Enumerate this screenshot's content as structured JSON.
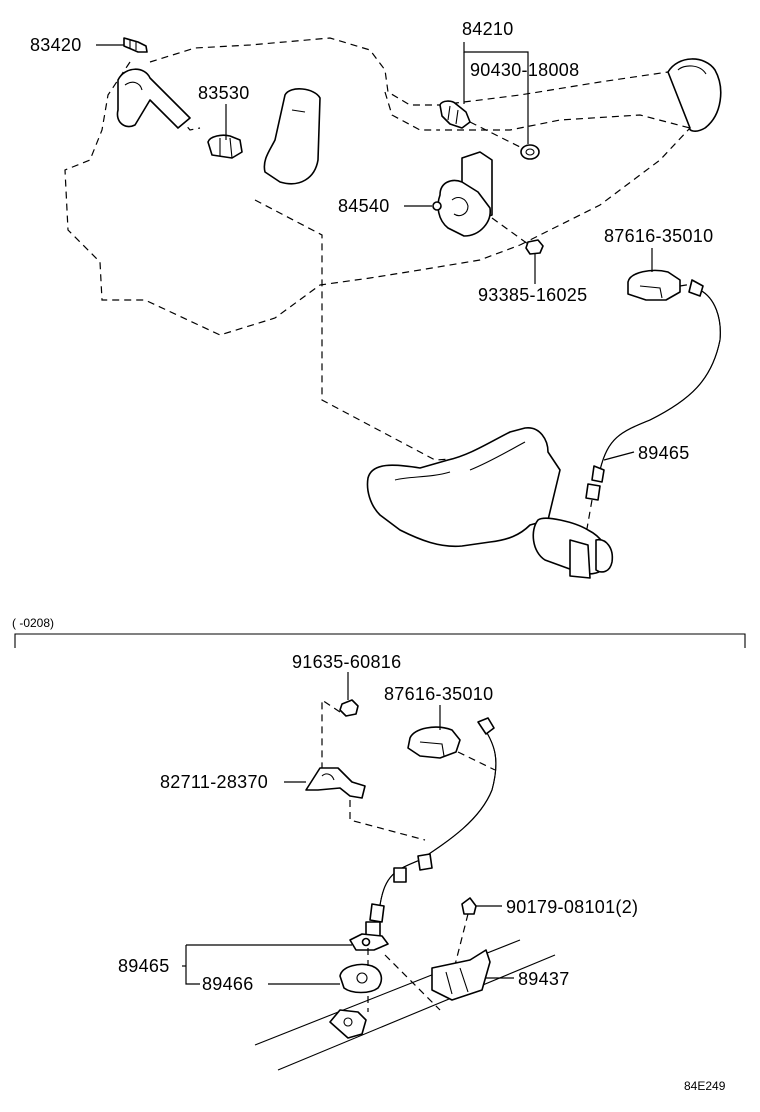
{
  "labels": {
    "p83420": "83420",
    "p84210": "84210",
    "p90430": "90430-18008",
    "p83530": "83530",
    "p84540": "84540",
    "p87616a": "87616-35010",
    "p93385": "93385-16025",
    "p89465a": "89465",
    "p91635": "91635-60816",
    "p87616b": "87616-35010",
    "p82711": "82711-28370",
    "p90179": "90179-08101(2)",
    "p89465b": "89465",
    "p89466": "89466",
    "p89437": "89437"
  },
  "section_note": "(      -0208)",
  "figure_code": "84E249"
}
